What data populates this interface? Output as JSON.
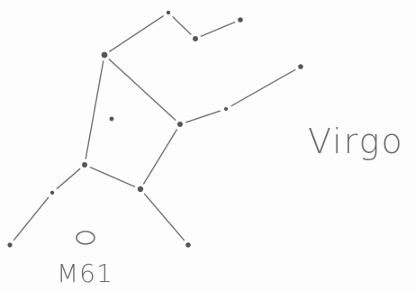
{
  "constellation_name": "Virgo",
  "marked_object": {
    "label": "M61",
    "symbol": "circle"
  },
  "stars": [
    {
      "id": "s-far-left"
    },
    {
      "id": "s-left-mid"
    },
    {
      "id": "s-left-inner"
    },
    {
      "id": "s-center"
    },
    {
      "id": "s-bottom-mid"
    },
    {
      "id": "s-bottom-right"
    },
    {
      "id": "s-upper-left"
    },
    {
      "id": "s-top"
    },
    {
      "id": "s-top-mid"
    },
    {
      "id": "s-top-right"
    },
    {
      "id": "s-right-junction"
    },
    {
      "id": "s-right-mid"
    },
    {
      "id": "s-far-right"
    }
  ],
  "colors": {
    "pencil": "#6e6e6e",
    "star": "#555555",
    "paper": "#fdfdfd"
  }
}
